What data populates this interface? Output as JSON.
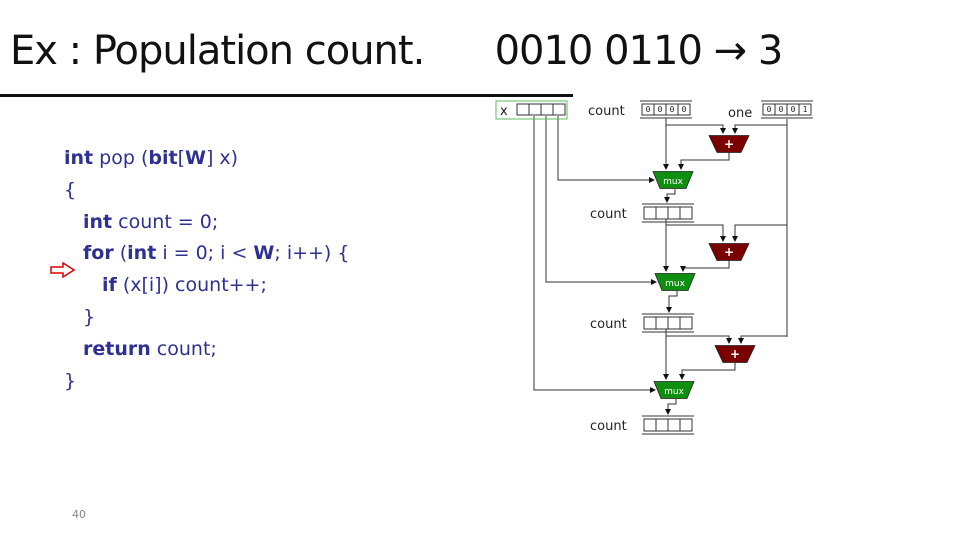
{
  "slide": {
    "title": "Ex : Population count.      0010 0110 → 3",
    "page_number": "40"
  },
  "code": {
    "lines": [
      {
        "parts": [
          {
            "t": "int",
            "b": true
          },
          {
            "t": " pop (",
            "b": false
          },
          {
            "t": "bit",
            "b": true
          },
          {
            "t": "[",
            "b": false
          },
          {
            "t": "W",
            "b": true
          },
          {
            "t": "] x)",
            "b": false
          }
        ],
        "indent": 0
      },
      {
        "parts": [
          {
            "t": "{",
            "b": false
          }
        ],
        "indent": 0
      },
      {
        "parts": [
          {
            "t": "int",
            "b": true
          },
          {
            "t": " count = 0;",
            "b": false
          }
        ],
        "indent": 1
      },
      {
        "parts": [
          {
            "t": "for",
            "b": true
          },
          {
            "t": " (",
            "b": false
          },
          {
            "t": "int",
            "b": true
          },
          {
            "t": " i = 0; i < ",
            "b": false
          },
          {
            "t": "W",
            "b": true
          },
          {
            "t": "; i++) {",
            "b": false
          }
        ],
        "indent": 1
      },
      {
        "parts": [
          {
            "t": "if",
            "b": true
          },
          {
            "t": " (x[i]) count++;",
            "b": false
          }
        ],
        "indent": 2
      },
      {
        "parts": [
          {
            "t": "}",
            "b": false
          }
        ],
        "indent": 1
      },
      {
        "parts": [
          {
            "t": "return",
            "b": true
          },
          {
            "t": " count;",
            "b": false
          }
        ],
        "indent": 1
      },
      {
        "parts": [
          {
            "t": "}",
            "b": false
          }
        ],
        "indent": 0
      }
    ],
    "current_line_marker": "red-hollow-arrow-icon",
    "current_line_index": 4
  },
  "diagram": {
    "x_register": {
      "label": "x",
      "bits": [
        "",
        "",
        "",
        ""
      ]
    },
    "count_initial": {
      "label": "count",
      "bits": [
        "0",
        "0",
        "0",
        "0"
      ]
    },
    "one_register": {
      "label": "one",
      "bits": [
        "0",
        "0",
        "0",
        "1"
      ]
    },
    "stages": [
      {
        "adder_label": "+",
        "mux_label": "mux",
        "output_label": "count"
      },
      {
        "adder_label": "+",
        "mux_label": "mux",
        "output_label": "count"
      },
      {
        "adder_label": "+",
        "mux_label": "mux",
        "output_label": "count"
      }
    ],
    "colors": {
      "mux": "#0f8f0f",
      "adder": "#7a0000",
      "x_box": "#5cb85c",
      "code_text": "#2e3191",
      "marker": "#e00000"
    }
  }
}
